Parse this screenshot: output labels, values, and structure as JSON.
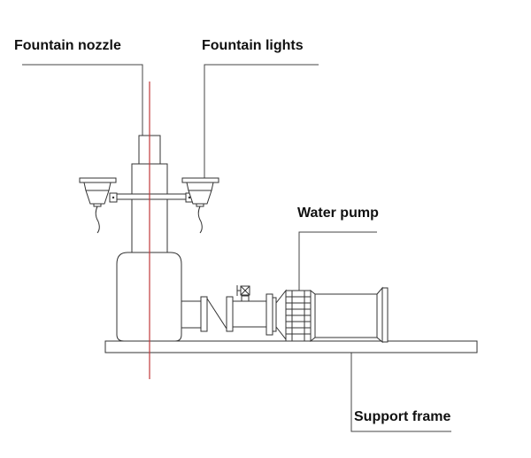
{
  "diagram": {
    "title": "Fountain equipment assembly",
    "labels": {
      "fountain_nozzle": "Fountain nozzle",
      "fountain_lights": "Fountain lights",
      "water_pump": "Water pump",
      "support_frame": "Support frame"
    },
    "colors": {
      "outline": "#333333",
      "centerline": "#c0393b",
      "text": "#111111"
    }
  }
}
